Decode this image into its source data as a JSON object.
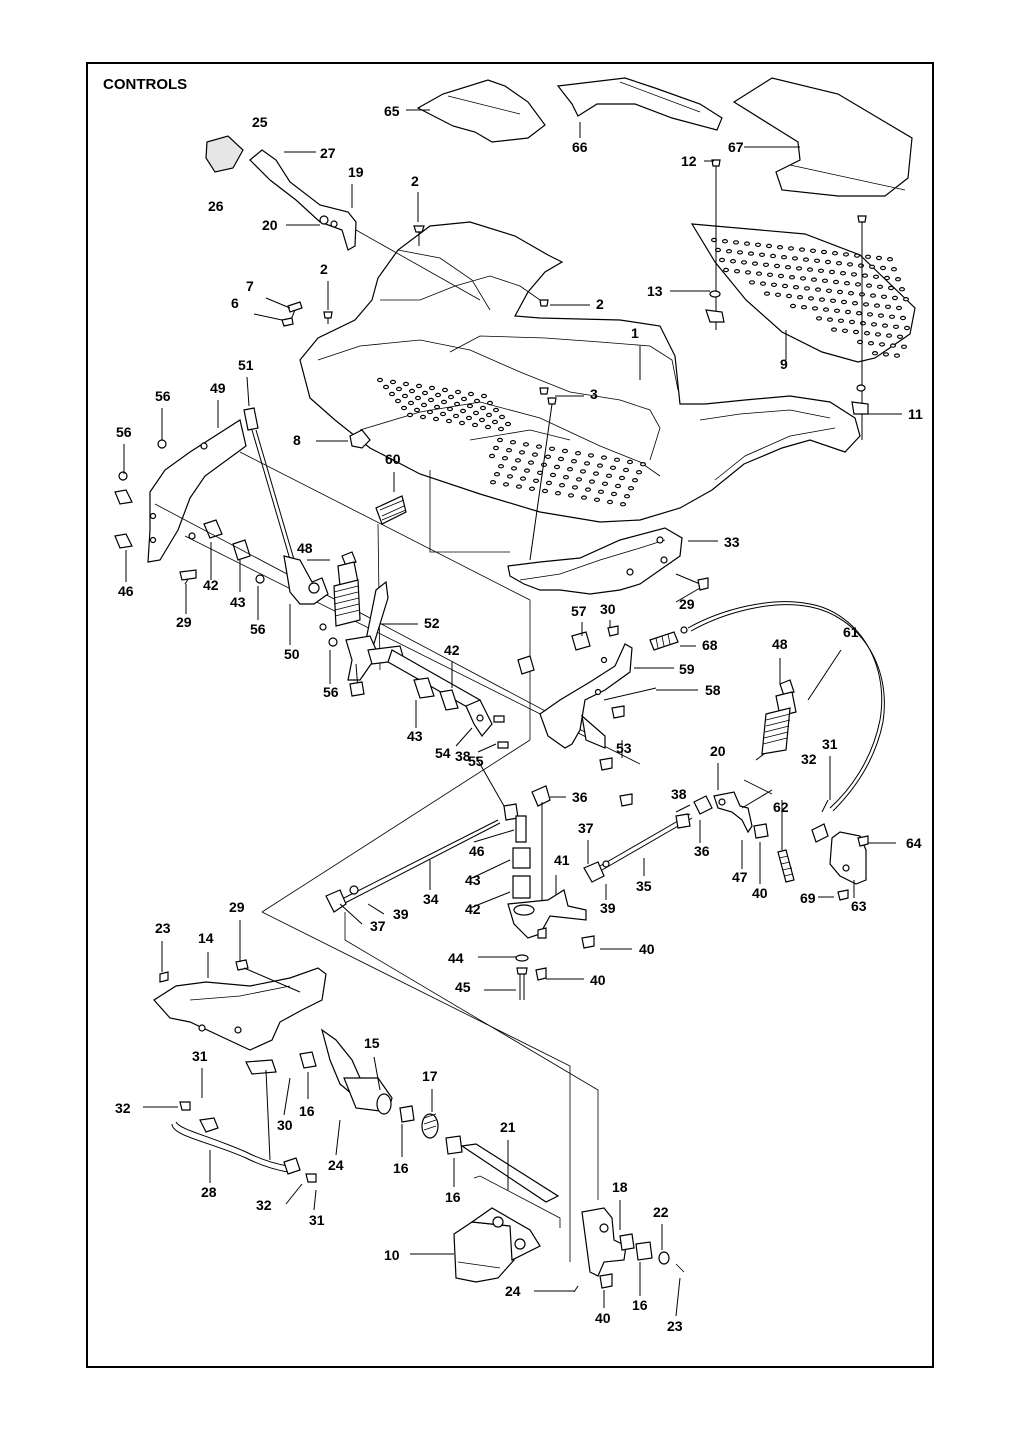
{
  "title": "CONTROLS",
  "colors": {
    "ink": "#000000",
    "paper": "#ffffff",
    "shade": "#e6e6e6"
  },
  "labels": [
    {
      "id": "65",
      "text": "65"
    },
    {
      "id": "66",
      "text": "66"
    },
    {
      "id": "67",
      "text": "67"
    },
    {
      "id": "25",
      "text": "25"
    },
    {
      "id": "27",
      "text": "27"
    },
    {
      "id": "26",
      "text": "26"
    },
    {
      "id": "19",
      "text": "19"
    },
    {
      "id": "20a",
      "text": "20"
    },
    {
      "id": "2a",
      "text": "2"
    },
    {
      "id": "12",
      "text": "12"
    },
    {
      "id": "2b",
      "text": "2"
    },
    {
      "id": "7",
      "text": "7"
    },
    {
      "id": "6",
      "text": "6"
    },
    {
      "id": "2c",
      "text": "2"
    },
    {
      "id": "13",
      "text": "13"
    },
    {
      "id": "1",
      "text": "1"
    },
    {
      "id": "9",
      "text": "9"
    },
    {
      "id": "3",
      "text": "3"
    },
    {
      "id": "51",
      "text": "51"
    },
    {
      "id": "56a",
      "text": "56"
    },
    {
      "id": "49",
      "text": "49"
    },
    {
      "id": "56b",
      "text": "56"
    },
    {
      "id": "8",
      "text": "8"
    },
    {
      "id": "11",
      "text": "11"
    },
    {
      "id": "60",
      "text": "60"
    },
    {
      "id": "33",
      "text": "33"
    },
    {
      "id": "48a",
      "text": "48"
    },
    {
      "id": "46a",
      "text": "46"
    },
    {
      "id": "42a",
      "text": "42"
    },
    {
      "id": "43a",
      "text": "43"
    },
    {
      "id": "29a",
      "text": "29"
    },
    {
      "id": "56c",
      "text": "56"
    },
    {
      "id": "50",
      "text": "50"
    },
    {
      "id": "29b",
      "text": "29"
    },
    {
      "id": "52",
      "text": "52"
    },
    {
      "id": "57",
      "text": "57"
    },
    {
      "id": "30a",
      "text": "30"
    },
    {
      "id": "61",
      "text": "61"
    },
    {
      "id": "68",
      "text": "68"
    },
    {
      "id": "48b",
      "text": "48"
    },
    {
      "id": "56d",
      "text": "56"
    },
    {
      "id": "42b",
      "text": "42"
    },
    {
      "id": "59",
      "text": "59"
    },
    {
      "id": "58",
      "text": "58"
    },
    {
      "id": "43b",
      "text": "43"
    },
    {
      "id": "54",
      "text": "54"
    },
    {
      "id": "55",
      "text": "55"
    },
    {
      "id": "53",
      "text": "53"
    },
    {
      "id": "20b",
      "text": "20"
    },
    {
      "id": "31a",
      "text": "31"
    },
    {
      "id": "38a",
      "text": "38"
    },
    {
      "id": "36a",
      "text": "36"
    },
    {
      "id": "38b",
      "text": "38"
    },
    {
      "id": "32a",
      "text": "32"
    },
    {
      "id": "62",
      "text": "62"
    },
    {
      "id": "37a",
      "text": "37"
    },
    {
      "id": "46b",
      "text": "46"
    },
    {
      "id": "36b",
      "text": "36"
    },
    {
      "id": "64",
      "text": "64"
    },
    {
      "id": "41",
      "text": "41"
    },
    {
      "id": "35",
      "text": "35"
    },
    {
      "id": "43c",
      "text": "43"
    },
    {
      "id": "47",
      "text": "47"
    },
    {
      "id": "40a",
      "text": "40"
    },
    {
      "id": "34",
      "text": "34"
    },
    {
      "id": "42c",
      "text": "42"
    },
    {
      "id": "39a",
      "text": "39"
    },
    {
      "id": "39b",
      "text": "39"
    },
    {
      "id": "69",
      "text": "69"
    },
    {
      "id": "63",
      "text": "63"
    },
    {
      "id": "37b",
      "text": "37"
    },
    {
      "id": "29c",
      "text": "29"
    },
    {
      "id": "23a",
      "text": "23"
    },
    {
      "id": "40b",
      "text": "40"
    },
    {
      "id": "14",
      "text": "14"
    },
    {
      "id": "44",
      "text": "44"
    },
    {
      "id": "40c",
      "text": "40"
    },
    {
      "id": "45",
      "text": "45"
    },
    {
      "id": "15",
      "text": "15"
    },
    {
      "id": "17",
      "text": "17"
    },
    {
      "id": "31b",
      "text": "31"
    },
    {
      "id": "32b",
      "text": "32"
    },
    {
      "id": "16a",
      "text": "16"
    },
    {
      "id": "30b",
      "text": "30"
    },
    {
      "id": "24a",
      "text": "24"
    },
    {
      "id": "16b",
      "text": "16"
    },
    {
      "id": "21",
      "text": "21"
    },
    {
      "id": "28",
      "text": "28"
    },
    {
      "id": "16c",
      "text": "16"
    },
    {
      "id": "18",
      "text": "18"
    },
    {
      "id": "32c",
      "text": "32"
    },
    {
      "id": "31c",
      "text": "31"
    },
    {
      "id": "22",
      "text": "22"
    },
    {
      "id": "10",
      "text": "10"
    },
    {
      "id": "24b",
      "text": "24"
    },
    {
      "id": "40d",
      "text": "40"
    },
    {
      "id": "16d",
      "text": "16"
    },
    {
      "id": "23b",
      "text": "23"
    }
  ]
}
